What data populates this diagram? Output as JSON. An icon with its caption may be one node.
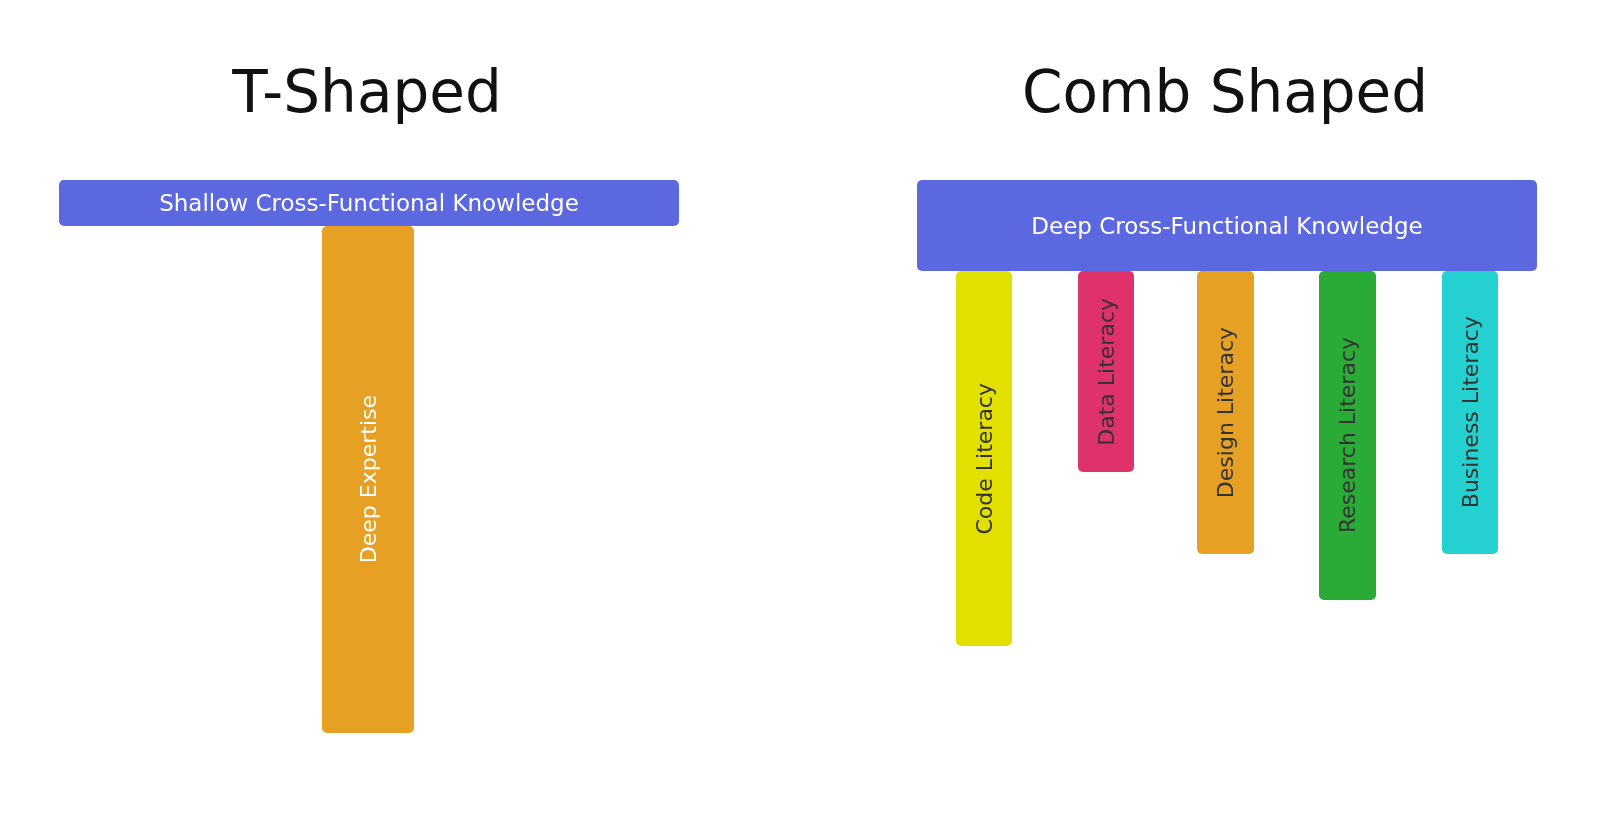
{
  "diagram": {
    "nodes": [
      {
        "text": [
          "Shallow Cross-Functional Knowledge"
        ]
      },
      {
        "text": [
          "Deep Expertise"
        ]
      },
      {
        "text": [
          "Deep Cross-Functional Knowledge"
        ]
      },
      {
        "text": [
          "Code Literacy"
        ]
      },
      {
        "text": [
          "Data Literacy"
        ]
      },
      {
        "text": [
          "Design Literacy"
        ]
      },
      {
        "text": [
          "Research Literacy"
        ]
      },
      {
        "text": [
          "Business Literacy"
        ]
      }
    ],
    "labels": [
      "T-Shaped",
      "Comb Shaped"
    ]
  }
}
